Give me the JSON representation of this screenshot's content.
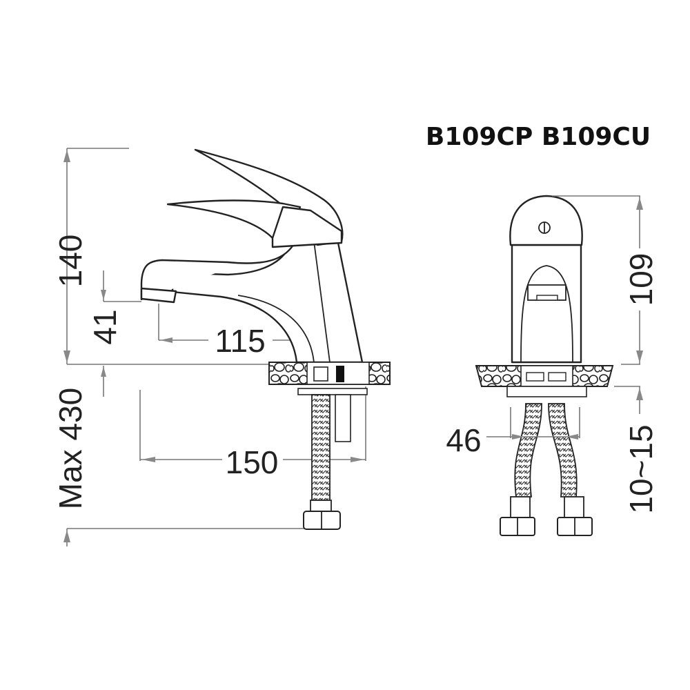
{
  "title": "B109CP B109CU",
  "side_view": {
    "height_label": "140",
    "spout_height_label": "41",
    "spout_reach_label": "115",
    "hose_offset_label": "150",
    "hose_length_label": "Max 430"
  },
  "front_view": {
    "body_height_label": "109",
    "deck_thickness_label": "10~15",
    "hose_spacing_label": "46"
  }
}
